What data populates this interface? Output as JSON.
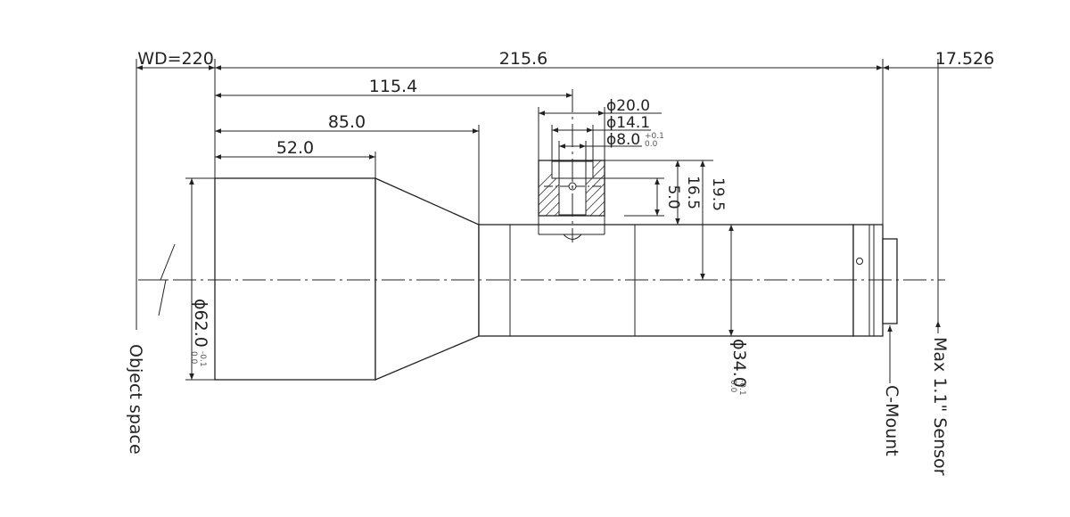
{
  "dimensions": {
    "working_distance": "WD=220",
    "total_length": "215.6",
    "flange_distance": "17.526",
    "len_115": "115.4",
    "len_85": "85.0",
    "len_52": "52.0",
    "dia_20": "ϕ20.0",
    "dia_14": "ϕ14.1",
    "dia_8": "ϕ8.0",
    "dia_8_tol_upper": "+0.1",
    "dia_8_tol_lower": "0.0",
    "height_16": "16.5",
    "height_19": "19.5",
    "height_5": "5.0",
    "dia_62": "ϕ62.0",
    "dia_62_tol_upper": "0.0",
    "dia_62_tol_lower": "-0.1",
    "dia_34": "ϕ34.0",
    "dia_34_tol_upper": "0.0",
    "dia_34_tol_lower": "-0.1"
  },
  "labels": {
    "object_space": "Object space",
    "c_mount": "C-Mount",
    "sensor": "Max 1.1\" Sensor"
  }
}
